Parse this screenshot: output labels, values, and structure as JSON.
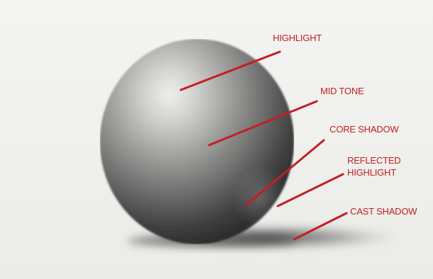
{
  "diagram": {
    "labels": {
      "highlight": "HIGHLIGHT",
      "mid_tone": "MID TONE",
      "core_shadow": "CORE SHADOW",
      "reflected_highlight_line1": "REFLECTED",
      "reflected_highlight_line2": "HIGHLIGHT",
      "cast_shadow": "CAST SHADOW"
    },
    "colors": {
      "label": "#c0201f",
      "leader_line": "#c41e24",
      "paper": "#f1f1ef",
      "sphere_light": "#ececea",
      "sphere_dark": "#2e2e2e"
    }
  }
}
